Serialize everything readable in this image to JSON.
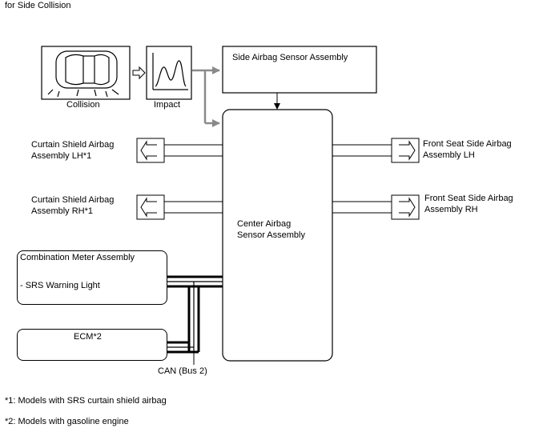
{
  "header": {
    "title": "for Side Collision"
  },
  "inputs": {
    "collision_label": "Collision",
    "impact_label": "Impact"
  },
  "sensors": {
    "side_sensor": "Side Airbag Sensor Assembly",
    "center_sensor_line1": "Center Airbag",
    "center_sensor_line2": "Sensor Assembly"
  },
  "airbags": {
    "curtain_lh_line1": "Curtain Shield Airbag",
    "curtain_lh_line2": "Assembly LH*1",
    "curtain_rh_line1": "Curtain Shield Airbag",
    "curtain_rh_line2": "Assembly RH*1",
    "front_lh_line1": "Front Seat Side Airbag",
    "front_lh_line2": "Assembly LH",
    "front_rh_line1": "Front Seat Side Airbag",
    "front_rh_line2": "Assembly RH"
  },
  "ecus": {
    "meter_title": "Combination Meter Assembly",
    "meter_item": "- SRS Warning Light",
    "ecm": "ECM*2"
  },
  "bus": {
    "label": "CAN (Bus 2)"
  },
  "notes": {
    "note1": "*1: Models with SRS curtain shield airbag",
    "note2": "*2: Models with gasoline engine"
  },
  "colors": {
    "line": "#000000",
    "arrow_gray": "#8a8a8a",
    "background": "#ffffff"
  }
}
